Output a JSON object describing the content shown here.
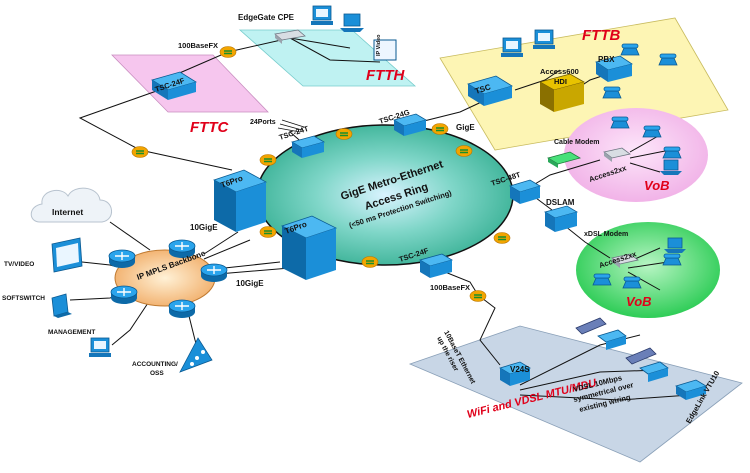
{
  "ring": {
    "title": "GigE Metro-Ethernet",
    "subtitle": "Access Ring",
    "note": "(<50 ms Protection Switching)"
  },
  "zones": {
    "fttc": "FTTC",
    "ftth": "FTTH",
    "fttb": "FTTB",
    "vob_top": "VoB",
    "vob_bottom": "VoB",
    "mdu": "WiFi and VDSL MTU/MDU"
  },
  "devices": {
    "t6pro_left": "T6Pro",
    "t6pro_right": "T6Pro",
    "tsc24t": "TSC-24T",
    "tsc24g": "TSC-24G",
    "tsc48t": "TSC-48T",
    "tsc24f_ring": "TSC-24F",
    "tsc24f_fttc": "TSC-24F",
    "tsc_fttb": "TSC",
    "access600": "Access600",
    "hdi": "HDI",
    "pbx": "PBX",
    "edgegate": "EdgeGate CPE",
    "ip_video": "IP Video",
    "cable_modem": "Cable Modem",
    "access2xx_top": "Access2xx",
    "dslam": "DSLAM",
    "xdsl_modem": "xDSL Modem",
    "access2xx_bottom": "Access2xx",
    "v24s": "V24S",
    "edgelink": "EdgeLink VTU10",
    "backbone": "IP MPLS Backbone",
    "internet": "Internet"
  },
  "labels": {
    "ports24": "24Ports",
    "basefx_top": "100BaseFX",
    "basefx_bottom": "100BaseFX",
    "gige": "GigE",
    "tengige_a": "10GigE",
    "tengige_b": "10GigE",
    "tv_video": "TV/VIDEO",
    "softswitch": "SOFTSWITCH",
    "management": "MANAGEMENT",
    "accounting": "ACCOUNTING/",
    "oss": "OSS",
    "riser_a": "10BaseT Ethernet",
    "riser_b": "up the riser",
    "vdsl_a": "VDSL 10Mbps",
    "vdsl_b": "symmetrical over",
    "vdsl_c": "existing wiring"
  },
  "colors": {
    "ring": "#5cc6a8",
    "fttc": "#f6c6ee",
    "ftth": "#bff2f2",
    "fttb": "#fdf5b4",
    "vob_top": "#f2b8ec",
    "vob_bottom": "#33d35a",
    "mdu": "#c8d6e6",
    "backbone": "#f8c07a",
    "device": "#1b8fd8",
    "label_red": "#e0001a"
  }
}
